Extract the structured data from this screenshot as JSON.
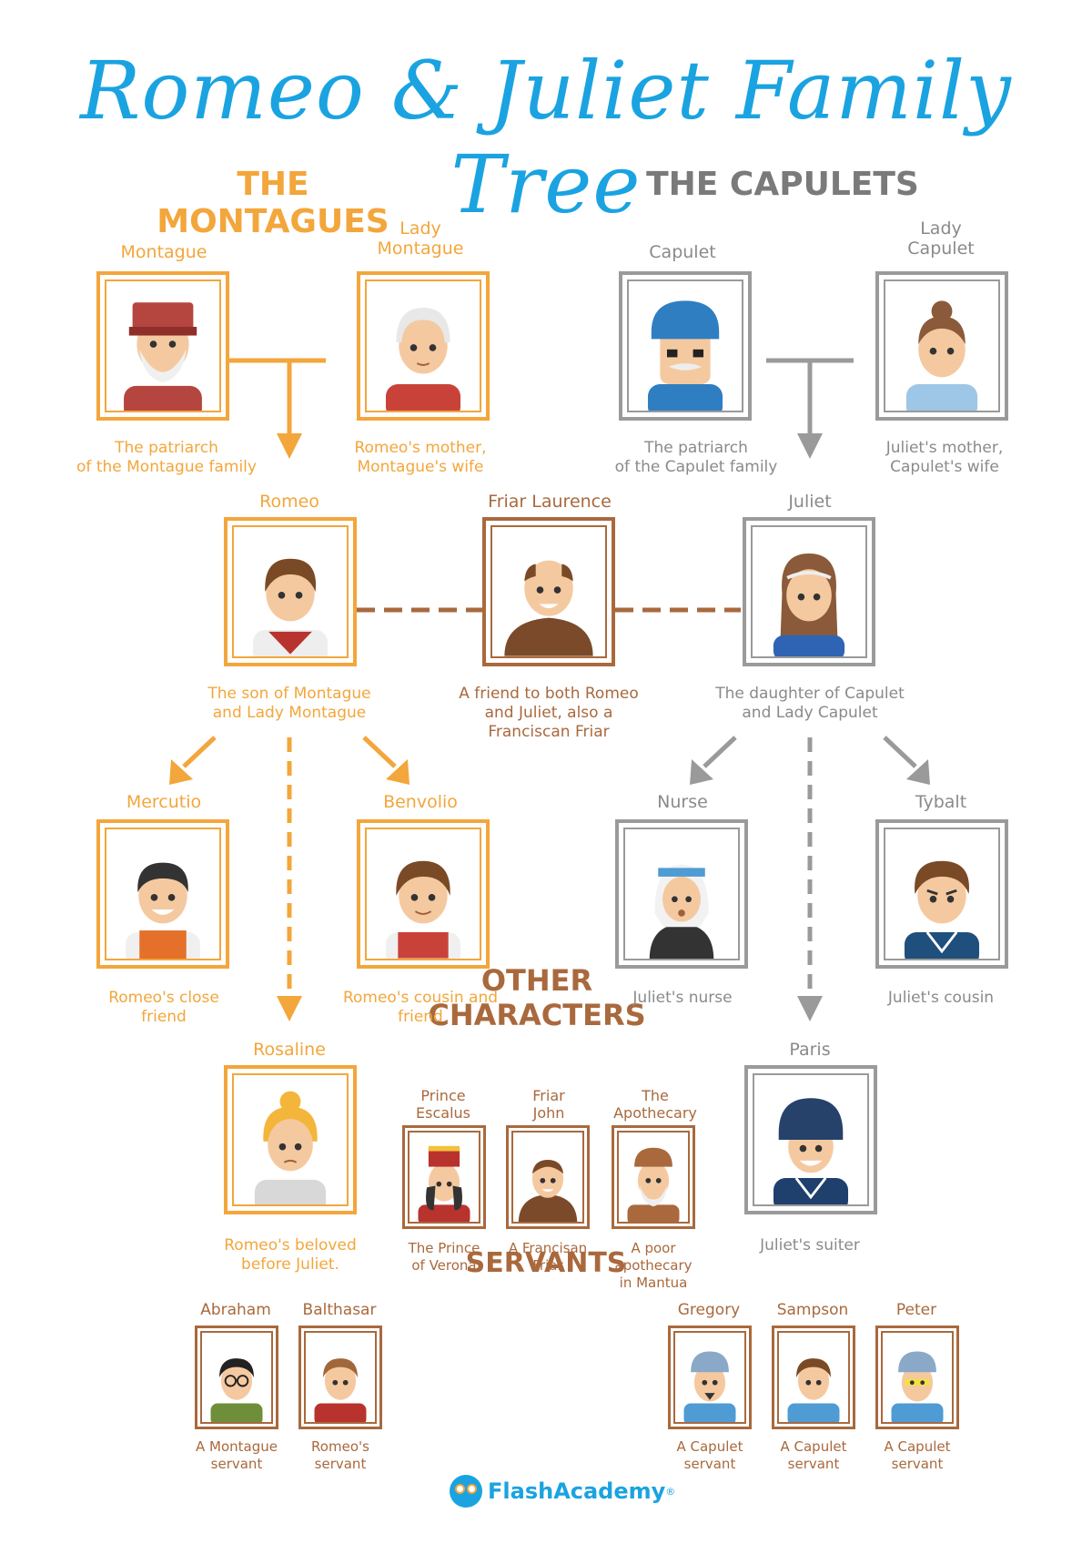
{
  "title": "Romeo & Juliet Family Tree",
  "sections": {
    "montagues": "THE MONTAGUES",
    "capulets": "THE CAPULETS",
    "other": "OTHER CHARACTERS",
    "servants": "SERVANTS"
  },
  "characters": {
    "montague": {
      "name": "Montague",
      "desc": "The patriarch\nof the Montague family"
    },
    "lady_montague": {
      "name": "Lady\nMontague",
      "desc": "Romeo's mother,\nMontague's wife"
    },
    "capulet": {
      "name": "Capulet",
      "desc": "The patriarch\nof the Capulet family"
    },
    "lady_capulet": {
      "name": "Lady\nCapulet",
      "desc": "Juliet's mother,\nCapulet's wife"
    },
    "romeo": {
      "name": "Romeo",
      "desc": "The son of Montague\nand Lady Montague"
    },
    "friar_laurence": {
      "name": "Friar Laurence",
      "desc": "A friend to both Romeo\nand Juliet, also a\nFranciscan Friar"
    },
    "juliet": {
      "name": "Juliet",
      "desc": "The daughter of Capulet\nand Lady Capulet"
    },
    "mercutio": {
      "name": "Mercutio",
      "desc": "Romeo's close\nfriend"
    },
    "benvolio": {
      "name": "Benvolio",
      "desc": "Romeo's cousin and\nfriend"
    },
    "nurse": {
      "name": "Nurse",
      "desc": "Juliet's nurse"
    },
    "tybalt": {
      "name": "Tybalt",
      "desc": "Juliet's cousin"
    },
    "rosaline": {
      "name": "Rosaline",
      "desc": "Romeo's beloved\nbefore Juliet."
    },
    "paris": {
      "name": "Paris",
      "desc": "Juliet's suiter"
    },
    "prince_escalus": {
      "name": "Prince\nEscalus",
      "desc": "The Prince\nof Verona"
    },
    "friar_john": {
      "name": "Friar\nJohn",
      "desc": "A Francisan\nFriar"
    },
    "apothecary": {
      "name": "The\nApothecary",
      "desc": "A poor\napothecary\nin Mantua"
    },
    "abraham": {
      "name": "Abraham",
      "desc": "A Montague\nservant"
    },
    "balthasar": {
      "name": "Balthasar",
      "desc": "Romeo's\nservant"
    },
    "gregory": {
      "name": "Gregory",
      "desc": "A Capulet\nservant"
    },
    "sampson": {
      "name": "Sampson",
      "desc": "A Capulet\nservant"
    },
    "peter": {
      "name": "Peter",
      "desc": "A Capulet\nservant"
    }
  },
  "logo": {
    "text": "FlashAcademy",
    "mark": "®"
  },
  "colors": {
    "title": "#1aa3e0",
    "montague": "#f3a63b",
    "capulet": "#8a8a8a",
    "other": "#a9693d"
  }
}
